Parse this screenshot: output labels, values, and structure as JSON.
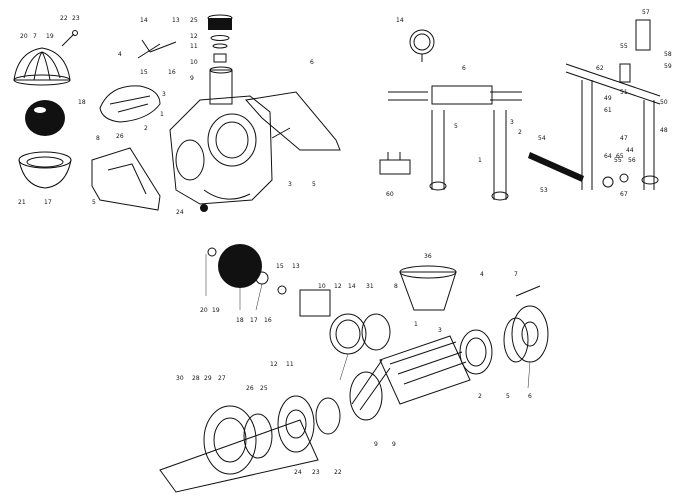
{
  "diagram": {
    "groups": [
      {
        "id": "pump-body",
        "labels": [
          "20",
          "7",
          "19",
          "22",
          "23",
          "14",
          "13",
          "25",
          "12",
          "11",
          "10",
          "9",
          "6",
          "18",
          "3",
          "4",
          "2",
          "26",
          "1",
          "8",
          "17",
          "21",
          "5",
          "24",
          "3",
          "5",
          "15",
          "16"
        ]
      },
      {
        "id": "pipe-assembly",
        "labels": [
          "14",
          "6",
          "3",
          "2",
          "57",
          "55",
          "58",
          "59",
          "60",
          "62",
          "61",
          "64",
          "65",
          "53",
          "54",
          "55",
          "56",
          "1",
          "5",
          "49",
          "48",
          "50",
          "51",
          "47",
          "44",
          "67"
        ]
      },
      {
        "id": "drive-assembly",
        "labels": [
          "20",
          "19",
          "18",
          "17",
          "16",
          "15",
          "13",
          "10",
          "12",
          "14",
          "31",
          "36",
          "8",
          "1",
          "3",
          "4",
          "7",
          "6",
          "5",
          "2",
          "12",
          "11",
          "30",
          "28",
          "29",
          "27",
          "26",
          "25",
          "24",
          "23",
          "22",
          "9",
          "9"
        ]
      }
    ]
  }
}
